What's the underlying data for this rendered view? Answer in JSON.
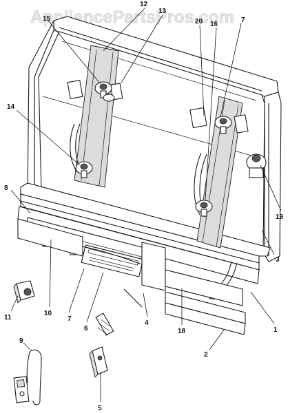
{
  "watermark": "AppliancePartsPros.com",
  "callouts": [
    {
      "id": "c1",
      "text": "1"
    },
    {
      "id": "c2",
      "text": "2"
    },
    {
      "id": "c3",
      "text": "3"
    },
    {
      "id": "c4",
      "text": "4"
    },
    {
      "id": "c5",
      "text": "5"
    },
    {
      "id": "c6",
      "text": "6"
    },
    {
      "id": "c7a",
      "text": "7"
    },
    {
      "id": "c7b",
      "text": "7"
    },
    {
      "id": "c8",
      "text": "8"
    },
    {
      "id": "c9",
      "text": "9"
    },
    {
      "id": "c10",
      "text": "10"
    },
    {
      "id": "c11",
      "text": "11"
    },
    {
      "id": "c12",
      "text": "12"
    },
    {
      "id": "c13",
      "text": "13"
    },
    {
      "id": "c14",
      "text": "14"
    },
    {
      "id": "c15",
      "text": "15"
    },
    {
      "id": "c16",
      "text": "16"
    },
    {
      "id": "c18",
      "text": "18"
    },
    {
      "id": "c19",
      "text": "19"
    },
    {
      "id": "c20",
      "text": "20"
    }
  ]
}
